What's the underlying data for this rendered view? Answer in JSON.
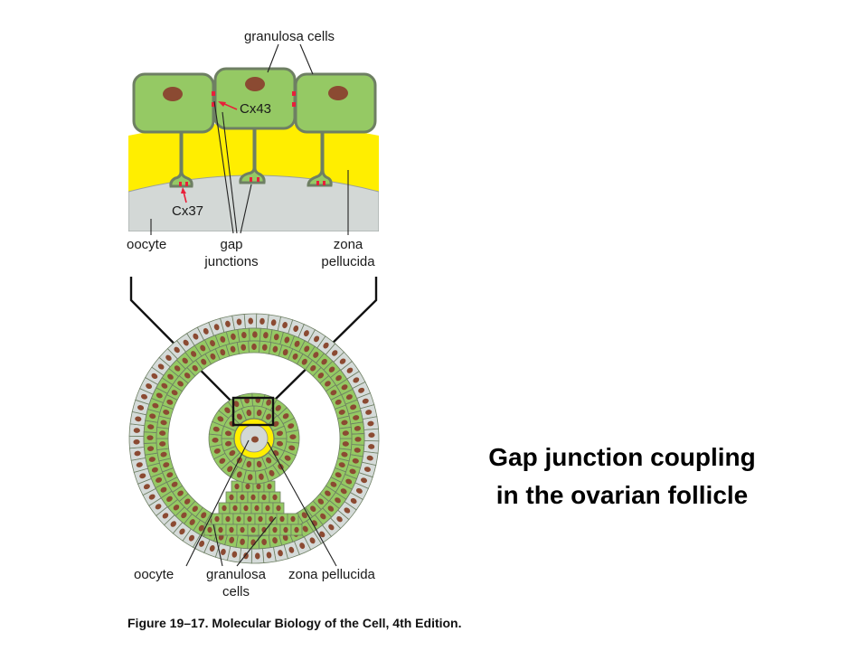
{
  "top_panel": {
    "label_granulosa": "granulosa cells",
    "label_cx43": "Cx43",
    "label_cx37": "Cx37",
    "label_oocyte": "oocyte",
    "label_gap_1": "gap",
    "label_gap_2": "junctions",
    "label_zona_1": "zona",
    "label_zona_2": "pellucida"
  },
  "bottom_panel": {
    "label_oocyte": "oocyte",
    "label_granulosa_1": "granulosa",
    "label_granulosa_2": "cells",
    "label_zona": "zona pellucida"
  },
  "caption": "Figure 19–17. Molecular Biology of the Cell, 4th Edition.",
  "title_line1": "Gap junction coupling",
  "title_line2": "in the ovarian follicle",
  "colors": {
    "cell_fill": "#95c964",
    "cell_stroke": "#6e7f63",
    "nucleus": "#8b4a32",
    "zona": "#ffee00",
    "oocyte": "#d3d8d6",
    "junction": "#e8203a",
    "mural_outer": "#d5dbd9"
  }
}
